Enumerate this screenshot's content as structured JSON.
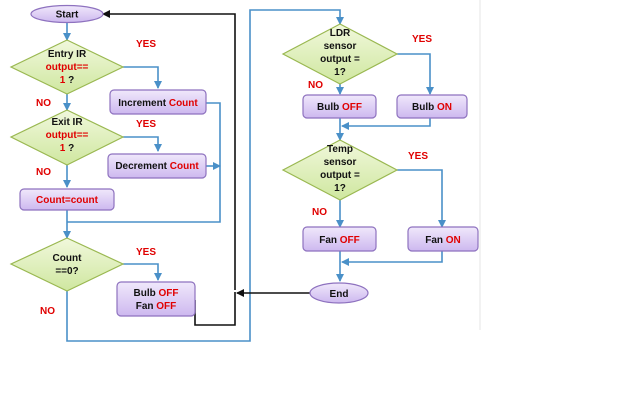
{
  "nodes": {
    "start": "Start",
    "entry_ir": {
      "l1": "Entry IR",
      "l2": "output==",
      "l3_num": "1",
      "l3_q": " ?"
    },
    "exit_ir": {
      "l1": "Exit IR",
      "l2": "output==",
      "l3_num": "1",
      "l3_q": " ?"
    },
    "increment": {
      "a": "Increment ",
      "b": "Count"
    },
    "decrement": {
      "a": "Decrement ",
      "b": "Count"
    },
    "count_assign": "Count=count",
    "count_zero": {
      "l1": "Count",
      "l2": "==0?"
    },
    "bulb_fan_off": {
      "bulb": "Bulb ",
      "bulb_off": "OFF",
      "fan": "Fan ",
      "fan_off": "OFF"
    },
    "ldr": {
      "l1": "LDR",
      "l2": "sensor",
      "l3": "output =",
      "l4": "1?"
    },
    "bulb_off": {
      "a": "Bulb ",
      "b": "OFF"
    },
    "bulb_on": {
      "a": "Bulb ",
      "b": "ON"
    },
    "temp": {
      "l1": "Temp",
      "l2": "sensor",
      "l3": "output =",
      "l4": "1?"
    },
    "fan_off": {
      "a": "Fan ",
      "b": "OFF"
    },
    "fan_on": {
      "a": "Fan ",
      "b": "ON"
    },
    "end": "End"
  },
  "edge_labels": {
    "yes1": "YES",
    "no1": "NO",
    "yes2": "YES",
    "no2": "NO",
    "yes3": "YES",
    "no3": "NO",
    "yes_ldr": "YES",
    "no_ldr": "NO",
    "yes_temp": "YES",
    "no_temp": "NO"
  },
  "colors": {
    "node_fill_top": "#f0e8fb",
    "node_fill_bottom": "#cdb8ef",
    "node_stroke": "#8e72bf",
    "diamond_fill_top": "#f1f8dc",
    "diamond_fill_bottom": "#cfe7a0",
    "diamond_stroke": "#9ab851",
    "arrow_blue": "#4a90c8",
    "arrow_black": "#111111",
    "highlight_red": "#e00000"
  }
}
